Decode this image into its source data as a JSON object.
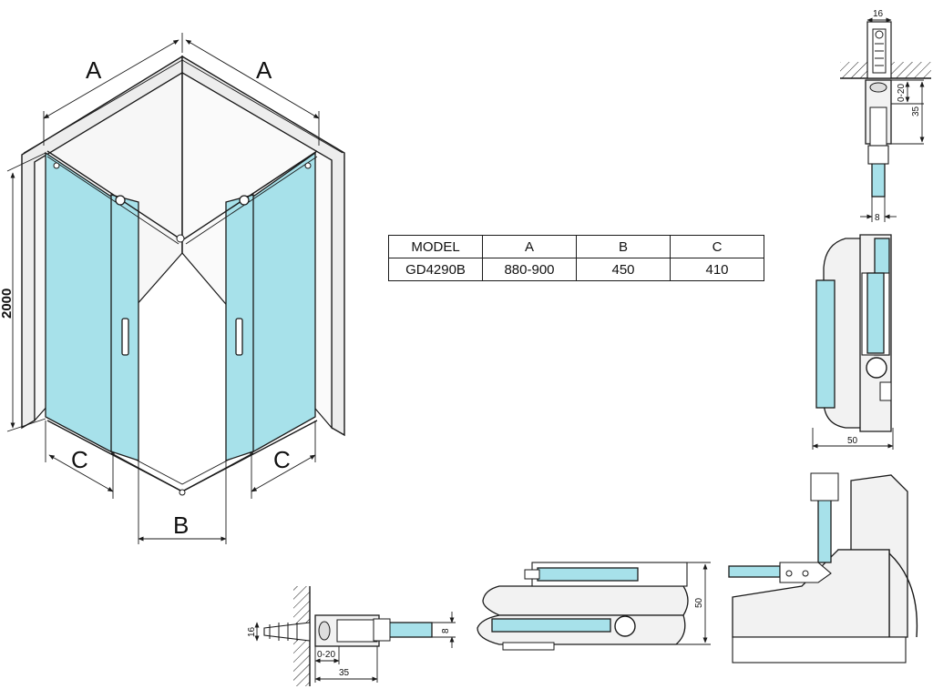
{
  "main_view": {
    "dim_a_left": "A",
    "dim_a_right": "A",
    "dim_b": "B",
    "dim_c_left": "C",
    "dim_c_right": "C",
    "height": "2000"
  },
  "spec_table": {
    "headers": [
      "MODEL",
      "A",
      "B",
      "C"
    ],
    "rows": [
      [
        "GD4290B",
        "880-900",
        "450",
        "410"
      ]
    ]
  },
  "detail_wall_top": {
    "width": "16",
    "adjust": "0-20",
    "depth": "35",
    "glass": "8"
  },
  "detail_roller_right": {
    "width": "50"
  },
  "detail_wall_bottom": {
    "width": "16",
    "adjust": "0-20",
    "depth": "35",
    "glass": "8"
  },
  "detail_roller_bottom": {
    "height": "50"
  },
  "colors": {
    "glass": "#a7e1ea",
    "wall": "#ededed",
    "line": "#1a1a1a"
  }
}
